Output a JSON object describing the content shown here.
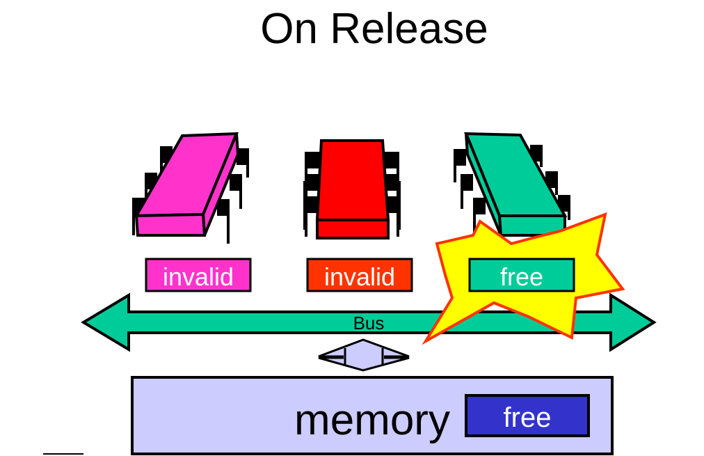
{
  "slide": {
    "title": "On Release"
  },
  "caches": [
    {
      "state": "invalid",
      "color": "#ff33cc",
      "label_color": "#ff33cc"
    },
    {
      "state": "invalid",
      "color": "#ff0000",
      "label_color": "#ff3300"
    },
    {
      "state": "free",
      "color": "#00cc99",
      "label_color": "#00cc99"
    }
  ],
  "bus": {
    "label": "Bus",
    "color": "#00cc99"
  },
  "memory": {
    "label": "memory",
    "state": "free",
    "fill": "#ccccff",
    "state_color": "#3333cc"
  },
  "starburst": {
    "fill": "#ffff00",
    "stroke": "#ff3300"
  }
}
